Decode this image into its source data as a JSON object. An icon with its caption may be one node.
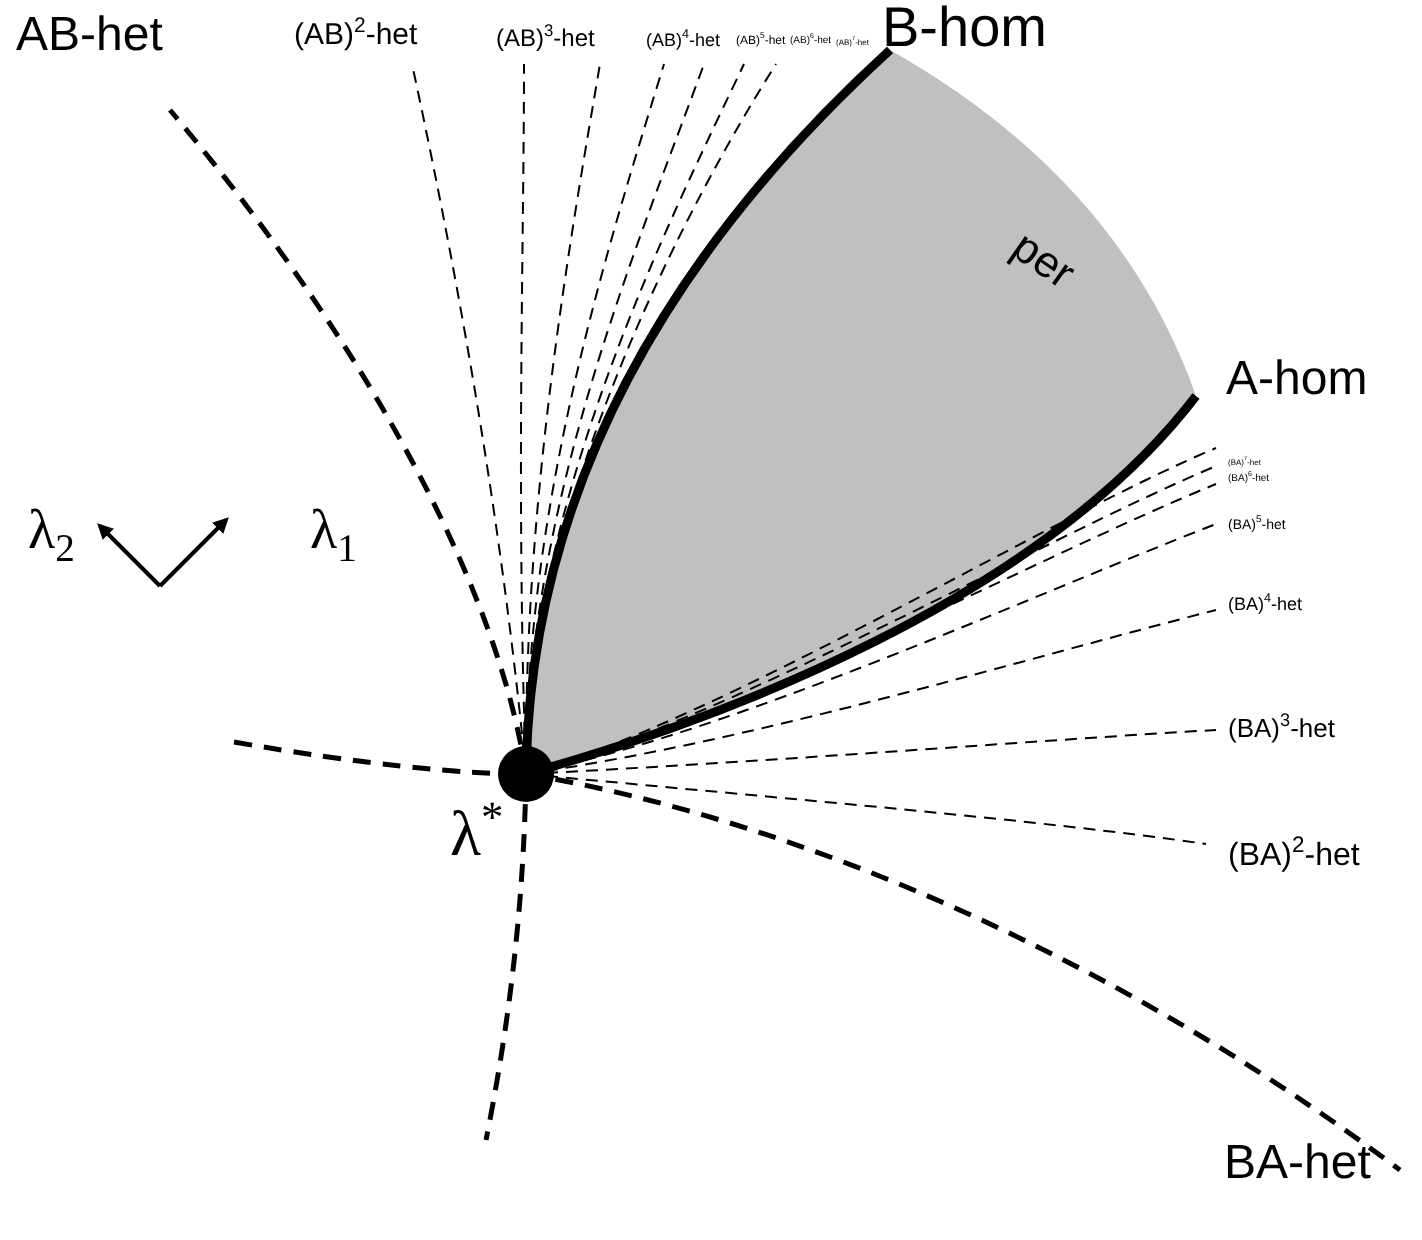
{
  "diagram": {
    "labels": [
      "AB-het",
      "(AB)$^{2}$-het",
      "(AB)$^{3}$-het",
      "(AB)$^{4}$-het",
      "(AB)$^{5}$-het",
      "(AB)$^{6}$-het",
      "(AB)$^{7}$-het",
      "B-hom",
      "per",
      "A-hom",
      "(BA)$^{7}$-het",
      "(BA)$^{6}$-het",
      "(BA)$^{5}$-het",
      "(BA)$^{4}$-het",
      "λ$_{2}$",
      "λ$_{1}$",
      "(BA)$^{3}$-het",
      "λ$^{*}$",
      "(BA)$^{2}$-het",
      "BA-het"
    ]
  }
}
